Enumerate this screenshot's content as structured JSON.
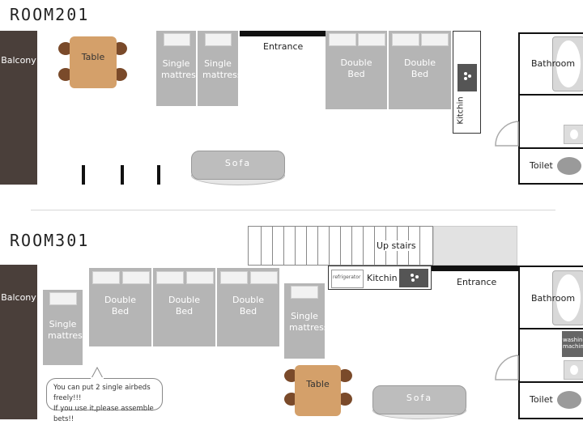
{
  "room201": {
    "title": "ROOM201",
    "balcony": "Balcony",
    "table": "Table",
    "single_mattresses": [
      "Single mattress",
      "Single mattress"
    ],
    "entrance": "Entrance",
    "double_beds": [
      "Double Bed",
      "Double Bed"
    ],
    "kitchin": "Kitchin",
    "bathroom": "Bathroom",
    "toilet": "Toilet",
    "sofa": "Sofa"
  },
  "room301": {
    "title": "ROOM301",
    "balcony": "Balcony",
    "single_mattress_left": "Single mattress",
    "double_beds": [
      "Double Bed",
      "Double Bed",
      "Double Bed"
    ],
    "single_mattress_right": "Single mattress",
    "up_stairs": "Up stairs",
    "refrigerator": "refrigerator",
    "kitchin": "Kitchin",
    "entrance": "Entrance",
    "bathroom": "Bathroom",
    "washing_machine": "washing machine",
    "toilet": "Toilet",
    "table": "Table",
    "sofa": "Sofa",
    "note_lines": [
      "You can put 2 single airbeds freely!!!",
      "If you use it,please assemble bets!!"
    ]
  },
  "colors": {
    "balcony": "#4a3f3a",
    "bed": "#b5b5b5",
    "table": "#d4a06a",
    "chair": "#7a4a2a",
    "wall": "#111111"
  }
}
